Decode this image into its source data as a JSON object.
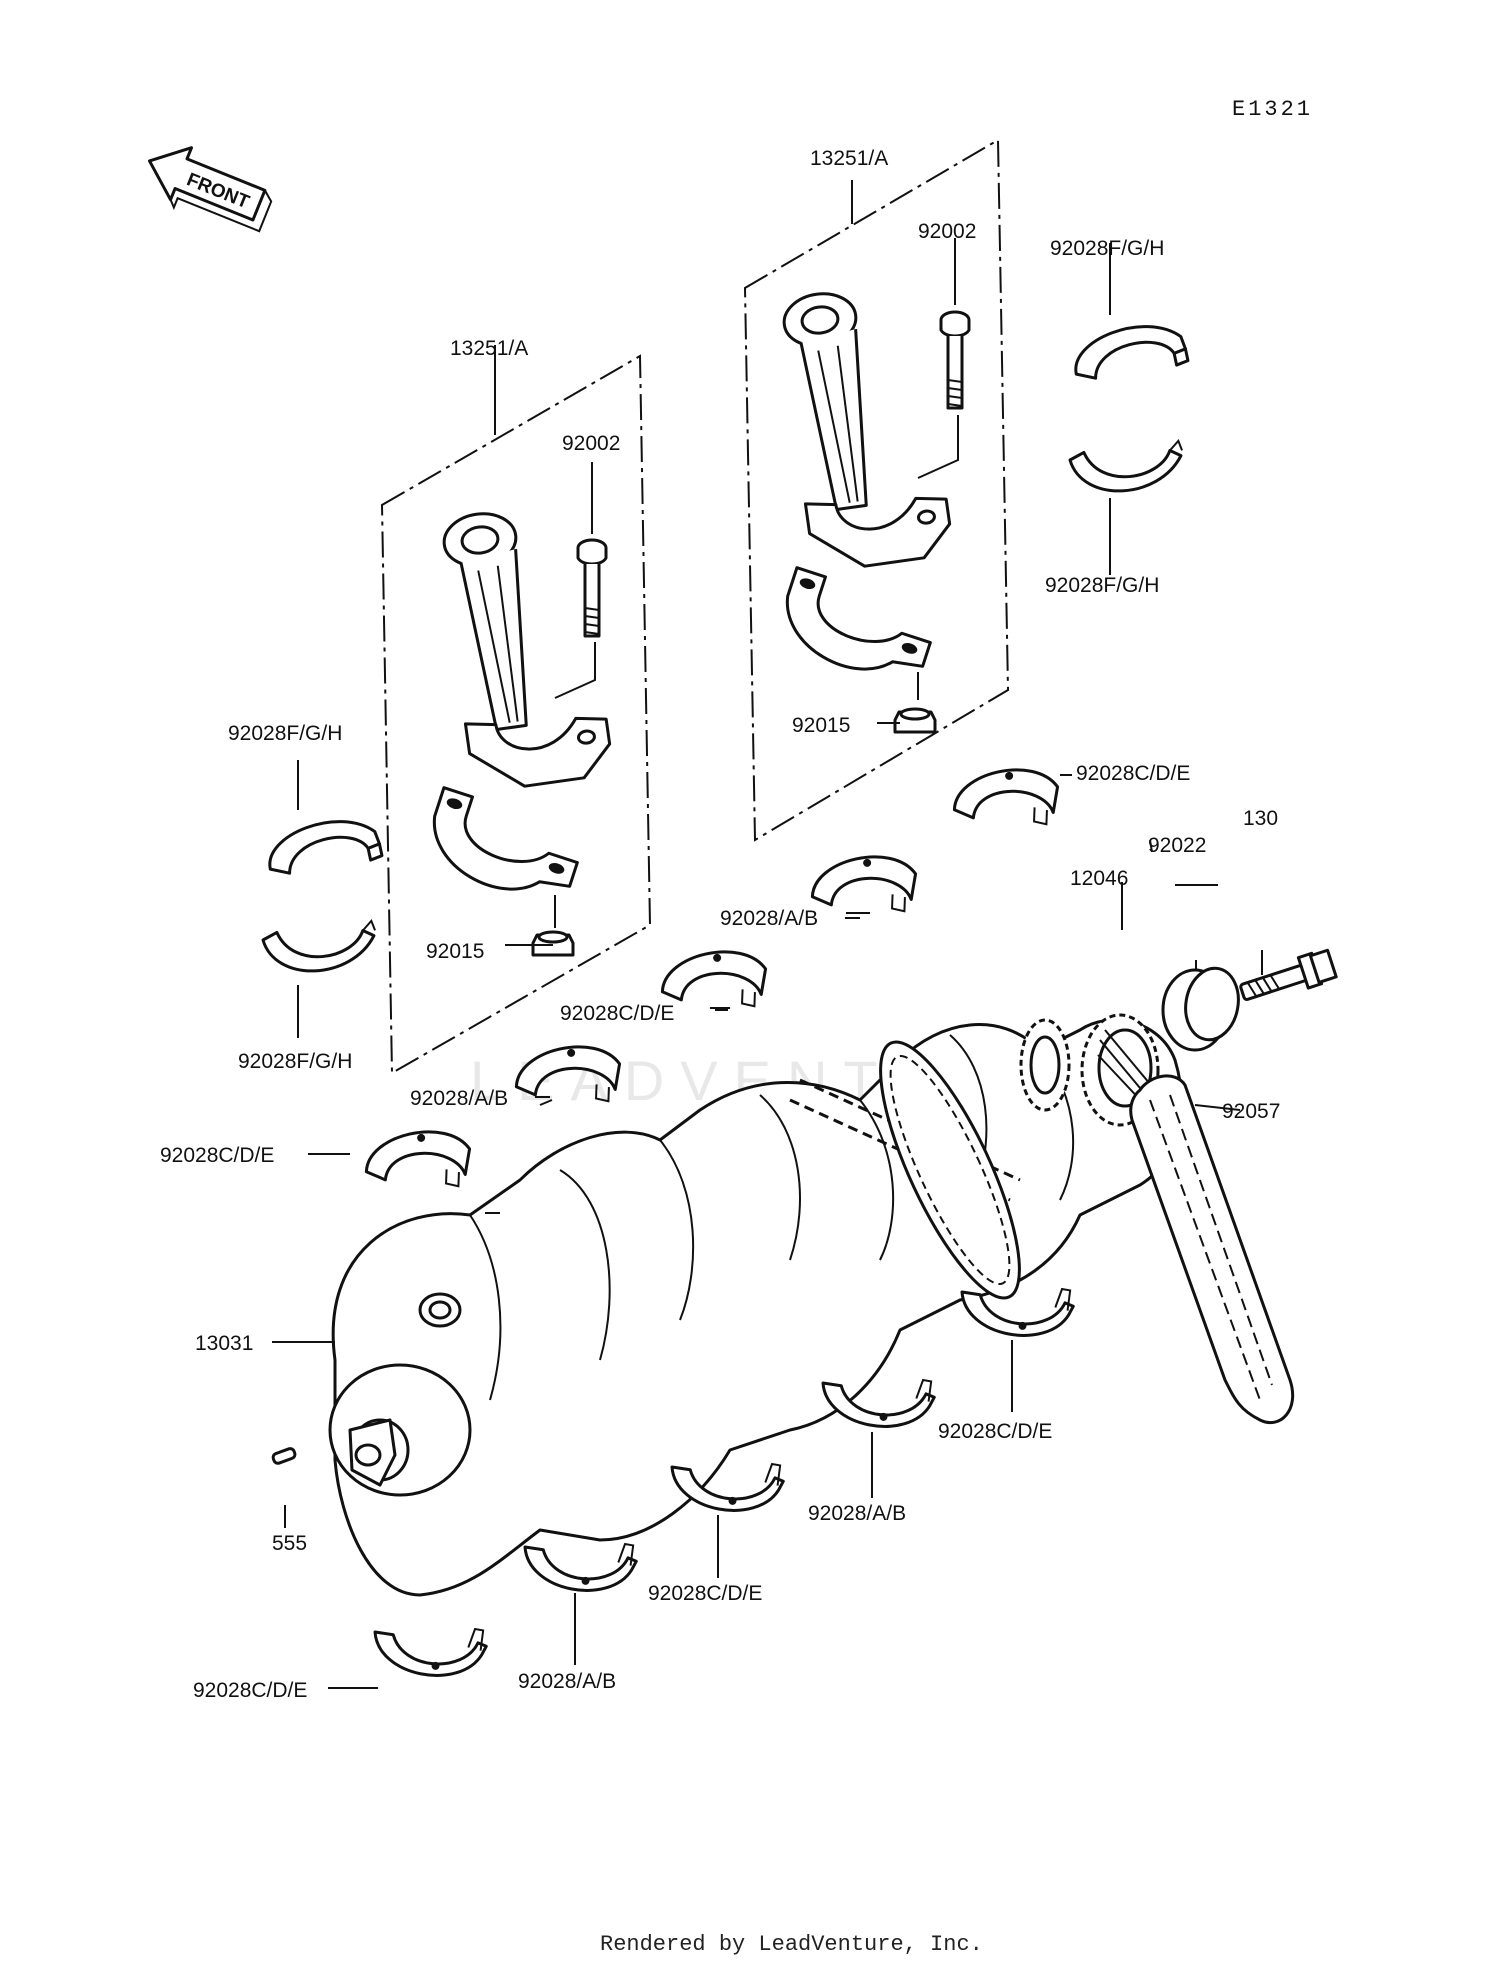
{
  "diagram_code": "E1321",
  "front_badge": "FRONT",
  "footer": "Rendered by LeadVenture, Inc.",
  "watermark": "LEADVENTURE",
  "labels": {
    "rod_set_right": "13251/A",
    "bolt_right": "92002",
    "shell_upper_right_top": "92028F/G/H",
    "shell_upper_right_bottom": "92028F/G/H",
    "rod_set_left": "13251/A",
    "bolt_left": "92002",
    "shell_left_top": "92028F/G/H",
    "shell_left_bottom": "92028F/G/H",
    "nut_right": "92015",
    "nut_left": "92015",
    "main_upper_1": "92028C/D/E",
    "main_upper_2": "92028/A/B",
    "main_upper_3": "92028C/D/E",
    "main_upper_4": "92028/A/B",
    "main_upper_5": "92028C/D/E",
    "bolt_130": "130",
    "washer": "92022",
    "sprocket": "12046",
    "chain": "92057",
    "crankshaft": "13031",
    "pin": "555",
    "main_lower_1": "92028C/D/E",
    "main_lower_2": "92028/A/B",
    "main_lower_3": "92028C/D/E",
    "main_lower_4": "92028/A/B",
    "main_lower_5": "92028C/D/E"
  }
}
